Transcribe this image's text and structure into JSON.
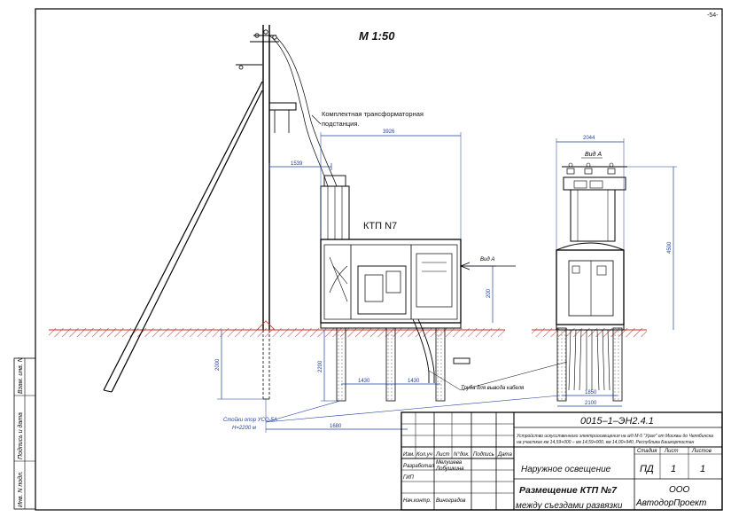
{
  "page_number": "-54-",
  "scale": "М 1:50",
  "callout_ktp": "Комплектная трансформаторная",
  "callout_ktp_line2": "подстанция.",
  "ktp_name": "КТП N7",
  "view_a_label": "Вид А",
  "view_a_title": "Вид А",
  "pipe_label": "Труба для вывода кабеля",
  "posts_label": "Стойки опор УСО-5А",
  "posts_height": "Н=2200 м",
  "dims": {
    "width_3926": "3926",
    "offset_1539": "1539",
    "width_2044": "2044",
    "height_4500": "4500",
    "height_200": "200",
    "depth_2000": "2000",
    "depth_2200": "2200",
    "span_1430_a": "1430",
    "span_1430_b": "1430",
    "span_1680": "1680",
    "span_1850": "1850",
    "span_2100": "2100"
  },
  "side_stamp": {
    "inv_orig": "Инв. N подл.",
    "sign_date": "Подпись и дата",
    "replace_inv": "Взам. инв. N"
  },
  "title_block": {
    "doc_code": "0015–1–ЭН2.4.1",
    "description_line1": "Устройство искусственного электроосвещения на а/д М-5 \"Урал\" от Москвы до Челябинска",
    "description_line2": "на участках км 14,59+000 – км 14,59+000, км 14,00+940, Республика Башкортостан",
    "col_izm": "Изм.",
    "col_koluch": "Кол.уч",
    "col_list": "Лист",
    "col_ndok": "N°док.",
    "col_podpis": "Подпись",
    "col_data": "Дата",
    "role_razrab": "Разработал",
    "role_gip": "ГИП",
    "role_nkontr": "Нач.контр.",
    "name_razrab": "Мелушева",
    "name_gip": "Лобушкина",
    "name_nkontr": "Виноградов",
    "section": "Наружное освещение",
    "drawing_title": "Размещение КТП №7",
    "drawing_subtitle": "между съездами развязки",
    "hdr_stadia": "Стадия",
    "hdr_list": "Лист",
    "hdr_listov": "Листов",
    "stadia": "ПД",
    "list": "1",
    "listov": "1",
    "org_line1": "ООО",
    "org_line2": "АвтодорПроект"
  }
}
